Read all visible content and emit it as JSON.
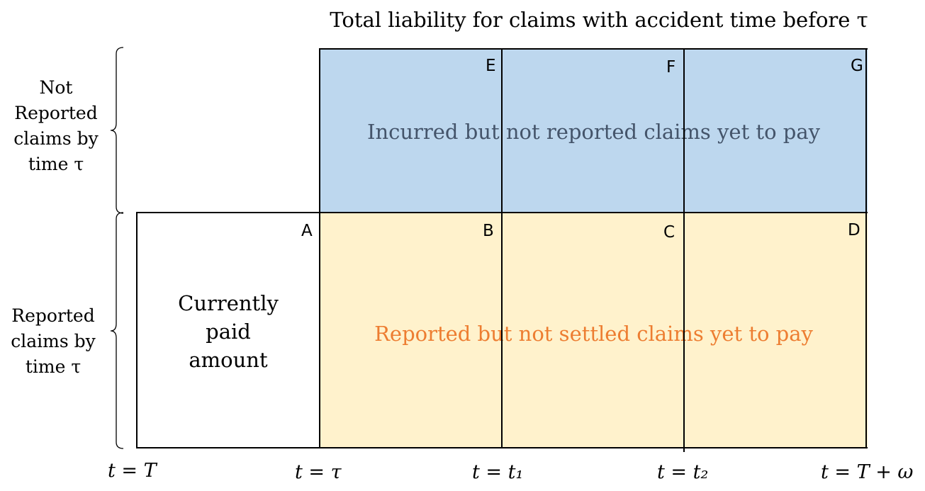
{
  "title": "Total liability for claims with accident time before τ",
  "rows": {
    "not_reported": [
      "Not",
      "Reported",
      "claims by",
      "time τ"
    ],
    "reported": [
      "Reported",
      "claims by",
      "time τ"
    ]
  },
  "regions": {
    "ibnr": "Incurred but not reported claims yet to pay",
    "rbns": "Reported but not settled claims yet to pay",
    "paid": [
      "Currently",
      "paid",
      "amount"
    ]
  },
  "corner_labels": {
    "A": "A",
    "B": "B",
    "C": "C",
    "D": "D",
    "E": "E",
    "F": "F",
    "G": "G"
  },
  "time_labels": {
    "t_T": "t = T",
    "t_tau": "t = τ",
    "t_1": "t = t₁",
    "t_2": "t = t₂",
    "t_T_omega": "t = T + ω"
  },
  "colors": {
    "ibnr_fill": "#bdd7ee",
    "ibnr_text": "#44546a",
    "rbns_fill": "#fff2cc",
    "rbns_text": "#ed7d31"
  }
}
